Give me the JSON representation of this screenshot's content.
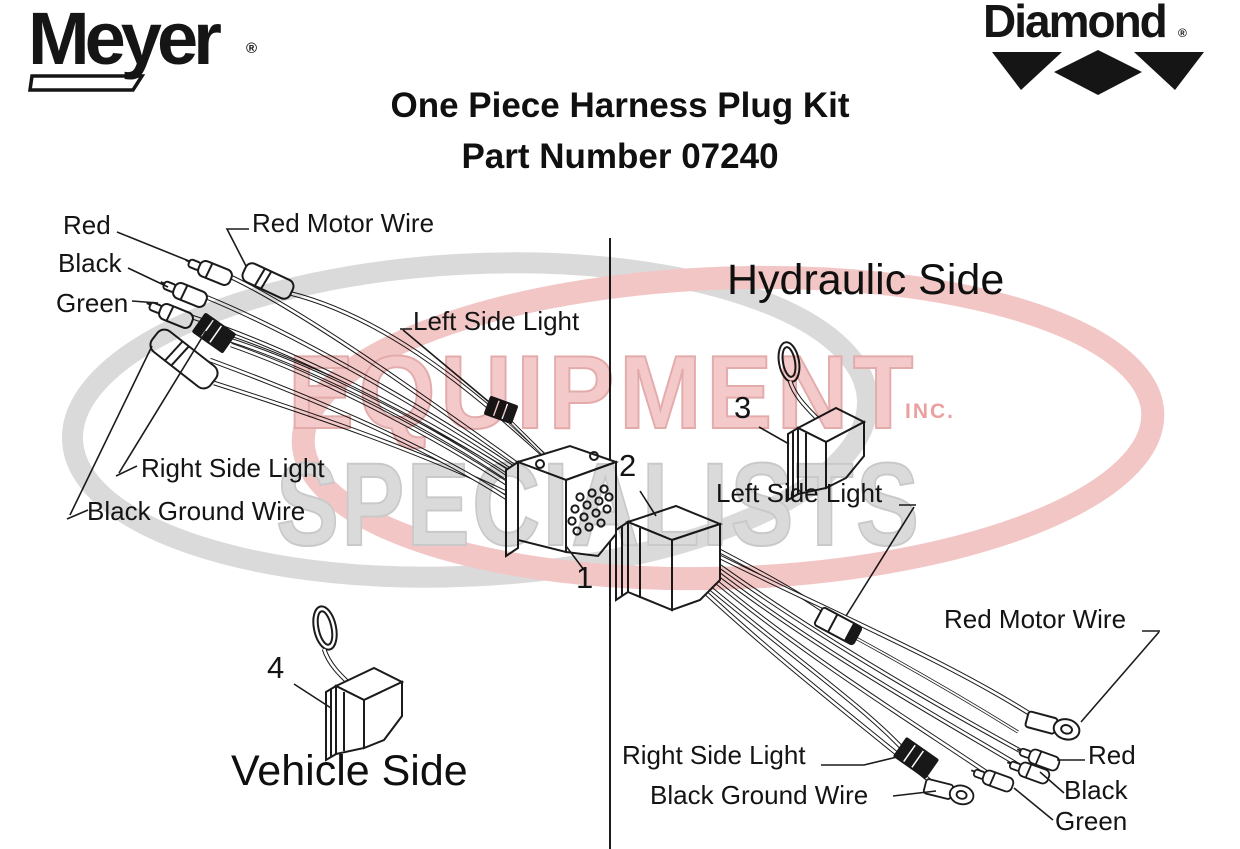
{
  "logos": {
    "meyer": "Meyer",
    "meyer_reg": "®",
    "diamond": "Diamond",
    "diamond_reg": "®"
  },
  "title": {
    "line1": "One Piece Harness Plug Kit",
    "line2": "Part Number 07240"
  },
  "sections": {
    "vehicle_side": "Vehicle Side",
    "hydraulic_side": "Hydraulic Side"
  },
  "items": {
    "item1": "1",
    "item2": "2",
    "item3": "3",
    "item4": "4"
  },
  "labels_left": {
    "red": "Red",
    "black": "Black",
    "green": "Green",
    "red_motor_wire": "Red Motor Wire",
    "left_side_light": "Left Side Light",
    "right_side_light": "Right Side Light",
    "black_ground_wire": "Black Ground Wire"
  },
  "labels_right": {
    "red": "Red",
    "black": "Black",
    "green": "Green",
    "red_motor_wire": "Red Motor Wire",
    "left_side_light": "Left Side Light",
    "right_side_light": "Right Side Light",
    "black_ground_wire": "Black Ground Wire"
  },
  "watermark": {
    "word1": "EQUIPMENT",
    "word2": "SPECIALISTS",
    "suffix": "INC.",
    "pink": "#f3c9c9",
    "gray": "#dadada"
  },
  "colors": {
    "line": "#1b1b1b",
    "background": "#ffffff"
  }
}
